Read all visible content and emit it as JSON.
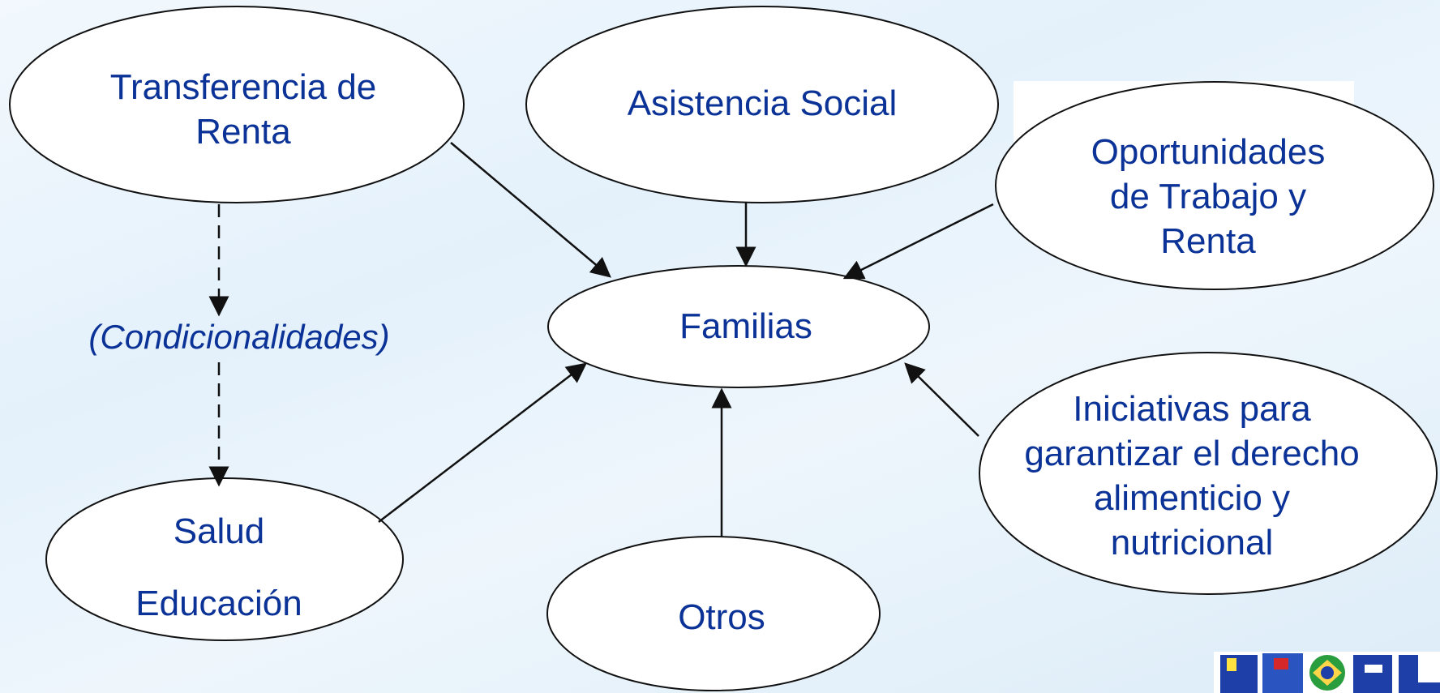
{
  "nodes": {
    "transferencia": [
      "Transferencia de",
      "Renta"
    ],
    "asistencia": "Asistencia Social",
    "oportunidades": [
      "Oportunidades",
      "de Trabajo y",
      "Renta"
    ],
    "familias": "Familias",
    "condicionalidades": "(Condicionalidades)",
    "salud": "Salud",
    "educacion": "Educación",
    "iniciativas": [
      "Iniciativas para",
      "garantizar el derecho",
      "alimenticio y",
      "nutricional"
    ],
    "otros": "Otros"
  },
  "logo": {
    "text": "BRASIL"
  },
  "colors": {
    "text": "#0b3296",
    "stroke": "#111111"
  }
}
